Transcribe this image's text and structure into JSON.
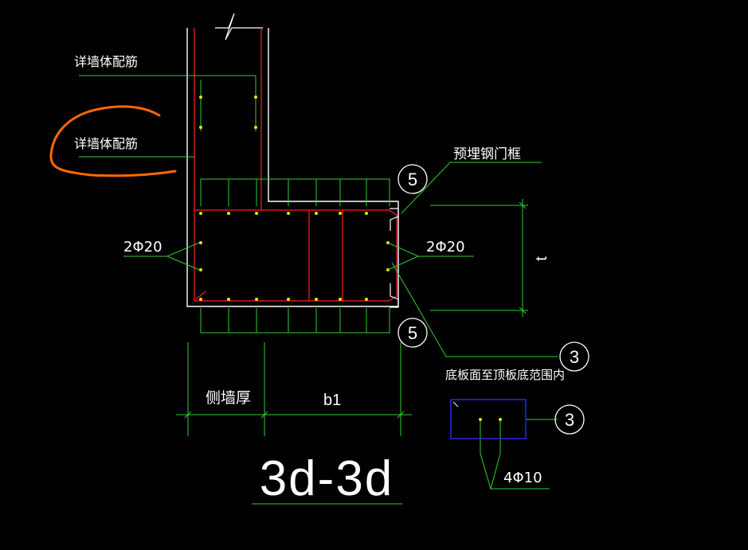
{
  "colors": {
    "background": "#000000",
    "wall_outline": "#ffffff",
    "rebar": "#ff2020",
    "leader": "#33cc33",
    "text": "#ffffff",
    "annotation": "#ff6a00",
    "section_box": "#2a2aff",
    "rebar_dot": "#e8e800"
  },
  "labels": {
    "wall_rebar_ref_1": "详墙体配筋",
    "wall_rebar_ref_2": "详墙体配筋",
    "door_frame": "预埋钢门框",
    "bars_left": "2Φ20",
    "bars_right": "2Φ20",
    "range_note": "底板面至顶板底范围内",
    "stirrup_bars": "4Φ10",
    "dim_side_wall": "侧墙厚",
    "dim_b1": "b1",
    "dim_t": "t",
    "section_title": "3d-3d"
  },
  "callouts": {
    "detail_top": "5",
    "detail_bottom": "5",
    "mark_right": "3",
    "mark_box": "3"
  }
}
